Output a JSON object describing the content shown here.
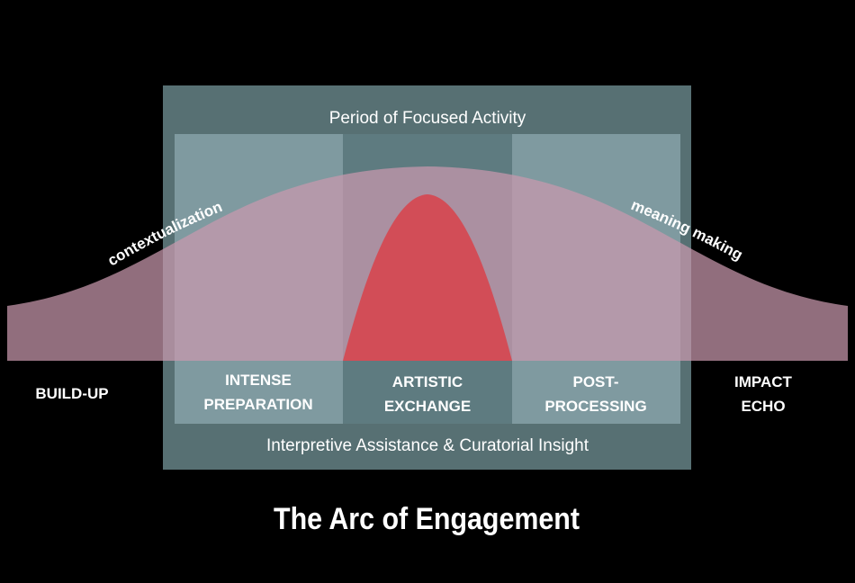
{
  "title": "The Arc of Engagement",
  "colors": {
    "background": "#000000",
    "outer_box": "#577073",
    "side_panel": "#7f9aa0",
    "center_panel": "#5e7b80",
    "bell": "#b894a3",
    "peak": "#d24d57",
    "text": "#ffffff"
  },
  "outer_box": {
    "top_label": "Period of Focused Activity",
    "bottom_label": "Interpretive Assistance & Curatorial Insight"
  },
  "curve_labels": {
    "left": "contextualization",
    "right": "meaning making"
  },
  "phases": {
    "build_up": [
      "BUILD-UP"
    ],
    "intense_preparation": [
      "INTENSE",
      "PREPARATION"
    ],
    "artistic_exchange": [
      "ARTISTIC",
      "EXCHANGE"
    ],
    "post_processing": [
      "POST-",
      "PROCESSING"
    ],
    "impact_echo": [
      "IMPACT",
      "ECHO"
    ]
  }
}
